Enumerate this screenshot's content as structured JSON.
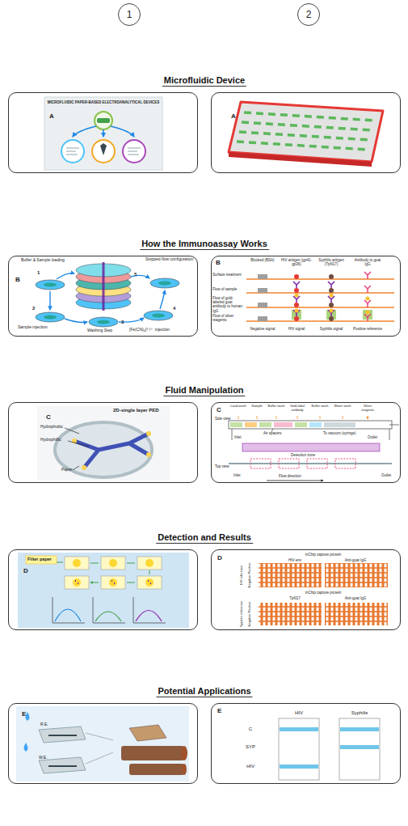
{
  "diagram": {
    "nodes": [
      {
        "text": [
          "1"
        ]
      },
      {
        "text": [
          "2"
        ]
      },
      {
        "text": [
          "A"
        ]
      },
      {
        "text": [
          "A"
        ]
      },
      {
        "text": [
          "B"
        ]
      },
      {
        "text": [
          "B"
        ]
      },
      {
        "text": [
          "C"
        ]
      },
      {
        "text": [
          "C"
        ]
      },
      {
        "text": [
          "D"
        ]
      },
      {
        "text": [
          "D"
        ]
      },
      {
        "text": [
          "E"
        ]
      },
      {
        "text": [
          "E"
        ]
      }
    ],
    "labels": [
      "Microfluidic Device",
      "MICROFLUIDIC PAPER-BASED ELECTROANALYTICAL DEVICES",
      "How the Immunoassay Works",
      "Buffer & Sample loading",
      "1",
      "Sample injection",
      "2",
      "Washing Step",
      "3",
      "[Fe(CN)₆]³⁻/⁴⁻ injection",
      "4",
      "5",
      "Stopped-flow configuration",
      "Surface treatment",
      "Flow of sample",
      "Flow of gold-labeled goat antibody to human IgG",
      "Flow of silver reagents",
      "Blocked (BSA)",
      "HIV antigen (gp41-gp36)",
      "Syphilis antigen (TpN17)",
      "Antibody to goat IgG",
      "Negative signal",
      "HIV signal",
      "Syphilis signal",
      "Positive reference",
      "Fluid Manipulation",
      "2D-single layer PED",
      "Hydrophobic",
      "Hydrophillic",
      "Paper",
      "Side view",
      "Load wash",
      "Sample",
      "Buffer wash",
      "Gold-label antibody",
      "Buffer wash",
      "Water wash",
      "Silver reagents",
      "Air spacers",
      "To vacuum (syringe)",
      "Inlet",
      "Outlet",
      "Detection zone",
      "Top view",
      "Inlet",
      "Outlet",
      "Flow direction",
      "Detection and Results",
      "Filter paper",
      "mChip capture protein",
      "HIV env",
      "Anti-goat IgG",
      "HIV reference",
      "Negative Positive",
      "mChip capture protein",
      "TpN17",
      "Anti-goat IgG",
      "Syphilis reference",
      "Negative Positive",
      "Potential Applications",
      "R.E.",
      "W.E.",
      "HIV",
      "Syphilis",
      "C",
      "SYP",
      "HIV"
    ]
  }
}
